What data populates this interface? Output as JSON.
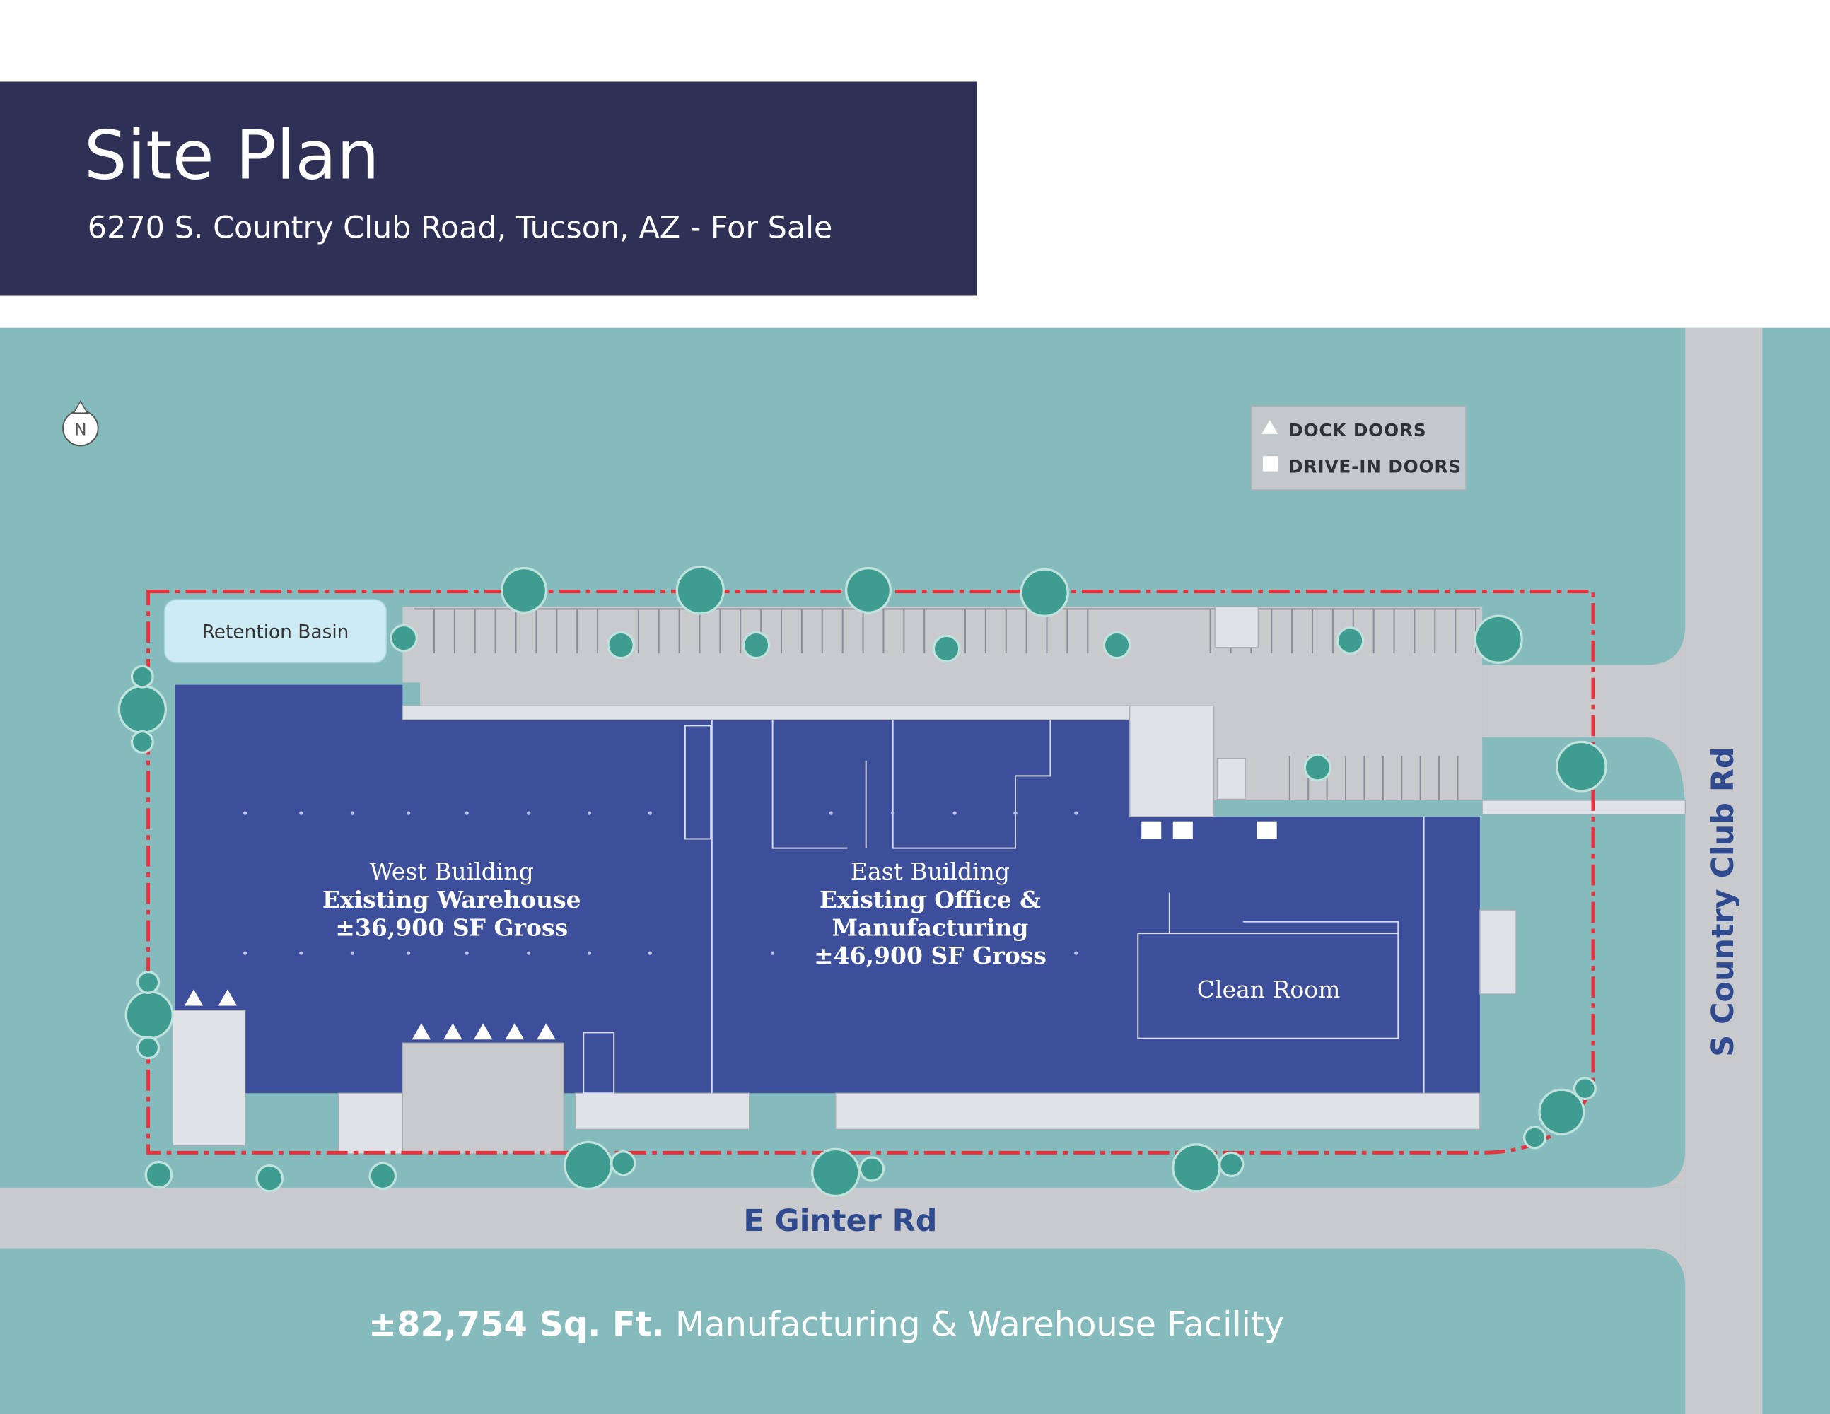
{
  "header": {
    "title": "Site Plan",
    "subtitle": "6270 S. Country Club Road, Tucson, AZ - For Sale"
  },
  "compass": {
    "label": "N"
  },
  "legend": {
    "items": [
      {
        "label": "DOCK DOORS",
        "symbol": "triangle"
      },
      {
        "label": "DRIVE-IN DOORS",
        "symbol": "square"
      }
    ]
  },
  "areas": {
    "retention_basin": "Retention Basin",
    "west_building": {
      "line1": "West Building",
      "line2": "Existing Warehouse",
      "line3": "±36,900 SF Gross"
    },
    "east_building": {
      "line1": "East Building",
      "line2": "Existing Office &",
      "line3": "Manufacturing",
      "line4": "±46,900 SF Gross"
    },
    "clean_room": "Clean Room"
  },
  "roads": {
    "south": "E Ginter Rd",
    "east": "S Country Club Rd"
  },
  "footer": {
    "size": "±82,754 Sq. Ft.",
    "description": " Manufacturing & Warehouse Facility"
  },
  "colors": {
    "header_bg": "#2E3056",
    "landscape": "#86BBBD",
    "road": "#C9CACE",
    "building": "#3D4F9A",
    "property_line": "#E8323C",
    "tree": "#3F9C90"
  }
}
